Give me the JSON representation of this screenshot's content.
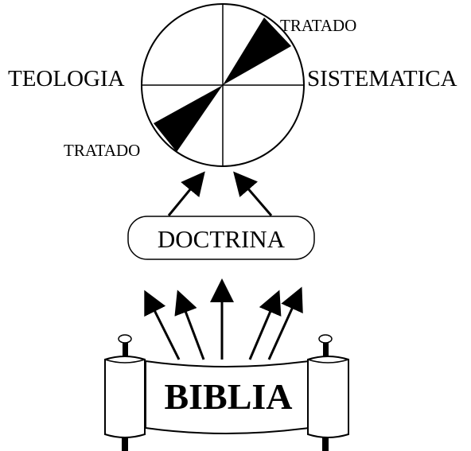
{
  "labels": {
    "left": "TEOLOGIA",
    "right": "SISTEMATICA",
    "tratado_top": "TRATADO",
    "tratado_bottom": "TRATADO",
    "middle": "DOCTRINA",
    "bottom": "BIBLIA"
  },
  "colors": {
    "ink": "#000000",
    "paper": "#ffffff"
  }
}
